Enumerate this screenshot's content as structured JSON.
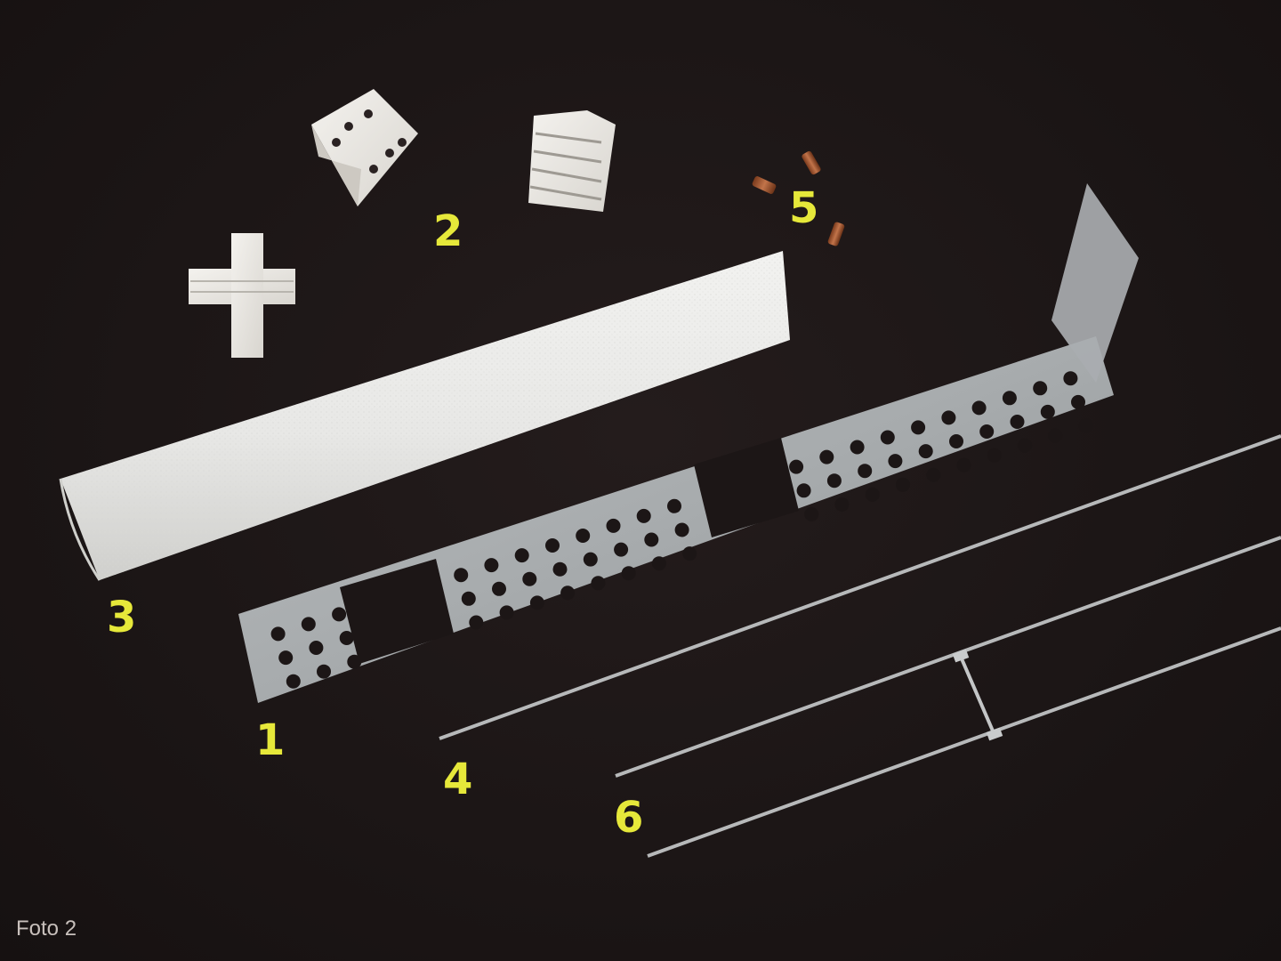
{
  "photo": {
    "caption": "Foto 2",
    "callout_color": "#e6e83a",
    "background_color": "#1c1616"
  },
  "callouts": {
    "item_1": "1",
    "item_2": "2",
    "item_3": "3",
    "item_4": "4",
    "item_5": "5",
    "item_6": "6"
  },
  "objects": [
    "perforated-metal-strip",
    "plastic-connector-pieces",
    "foam-strip",
    "steel-rod",
    "copper-sleeves",
    "welded-wire-ladder"
  ]
}
